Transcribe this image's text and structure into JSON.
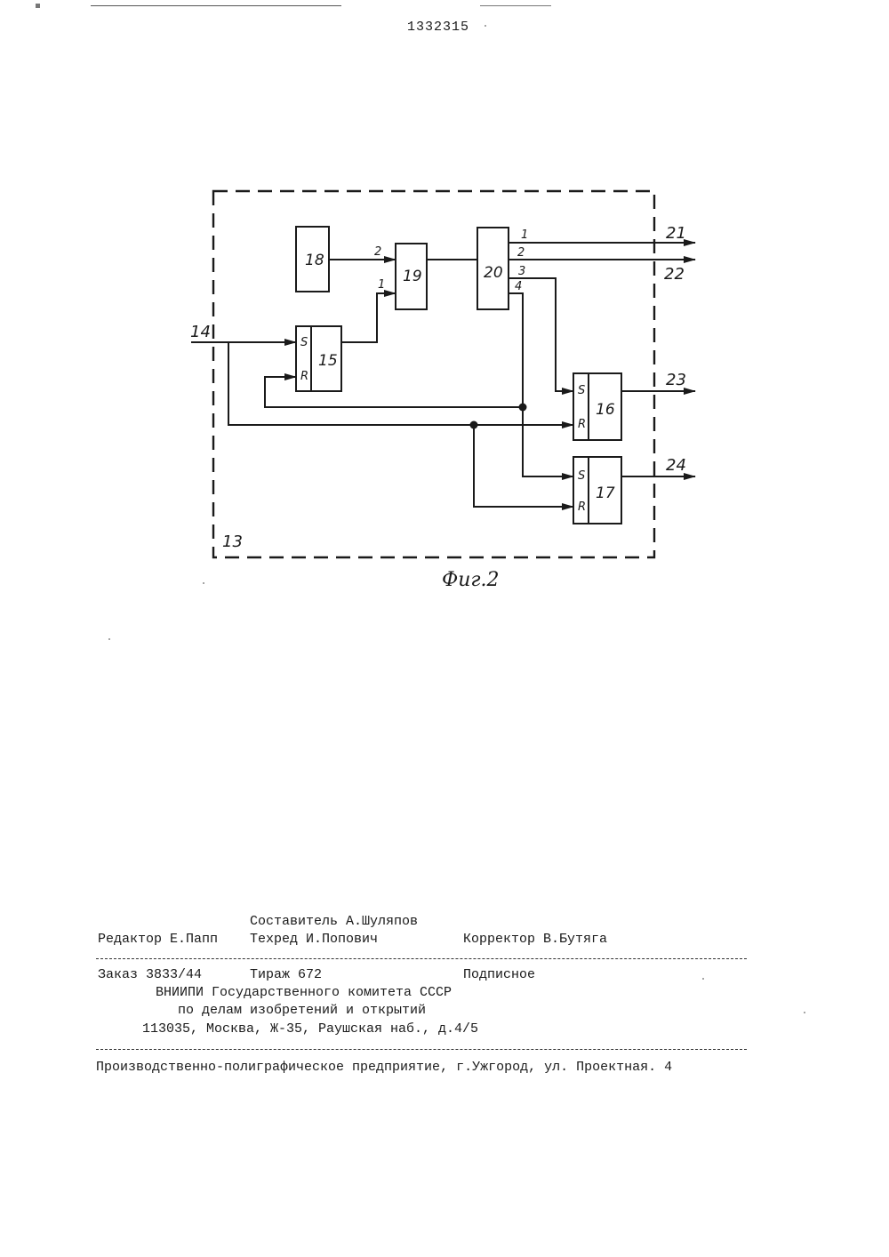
{
  "header": {
    "patent_number": "1332315"
  },
  "diagram": {
    "block_18": "18",
    "block_19": "19",
    "block_20": "20",
    "block_15": "15",
    "block_16": "16",
    "block_17": "17",
    "unit_13": "13",
    "input_14": "14",
    "output_21": "21",
    "output_22": "22",
    "output_23": "23",
    "output_24": "24",
    "pin_s": "S",
    "pin_r": "R",
    "port_1": "1",
    "port_2": "2",
    "port_3": "3",
    "port_4": "4",
    "caption": "Фиг.2"
  },
  "imprint": {
    "compiler": "Составитель А.Шуляпов",
    "editor": "Редактор Е.Папп",
    "techred": "Техред И.Попович",
    "corrector": "Корректор В.Бутяга",
    "order": "Заказ 3833/44",
    "circulation": "Тираж 672",
    "subscription": "Подписное",
    "org_line1": "ВНИИПИ Государственного комитета СССР",
    "org_line2": "по делам изобретений и открытий",
    "address": "113035, Москва, Ж-35, Раушская наб., д.4/5",
    "printer": "Производственно-полиграфическое предприятие, г.Ужгород, ул. Проектная. 4"
  }
}
